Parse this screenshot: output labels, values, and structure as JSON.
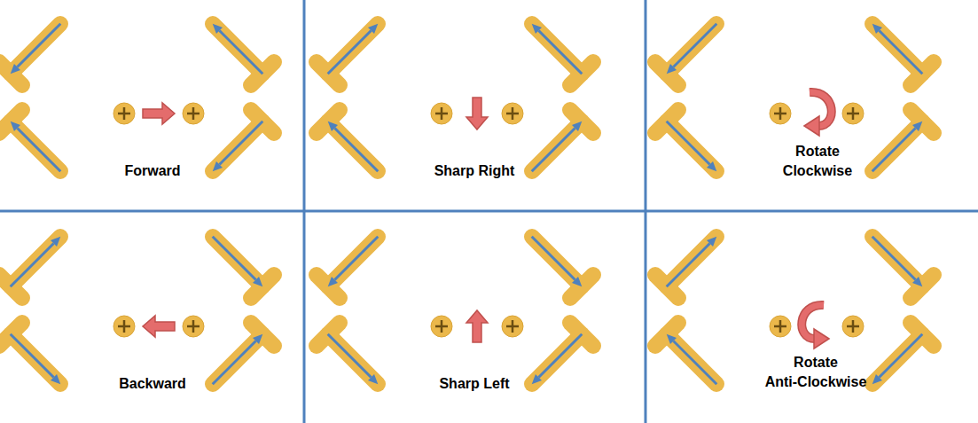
{
  "diagram": {
    "labels": [
      "Forward",
      "Sharp Right",
      "Rotate Clockwise",
      "Backward",
      "Sharp Left",
      "Rotate Anti-Clockwise"
    ]
  }
}
